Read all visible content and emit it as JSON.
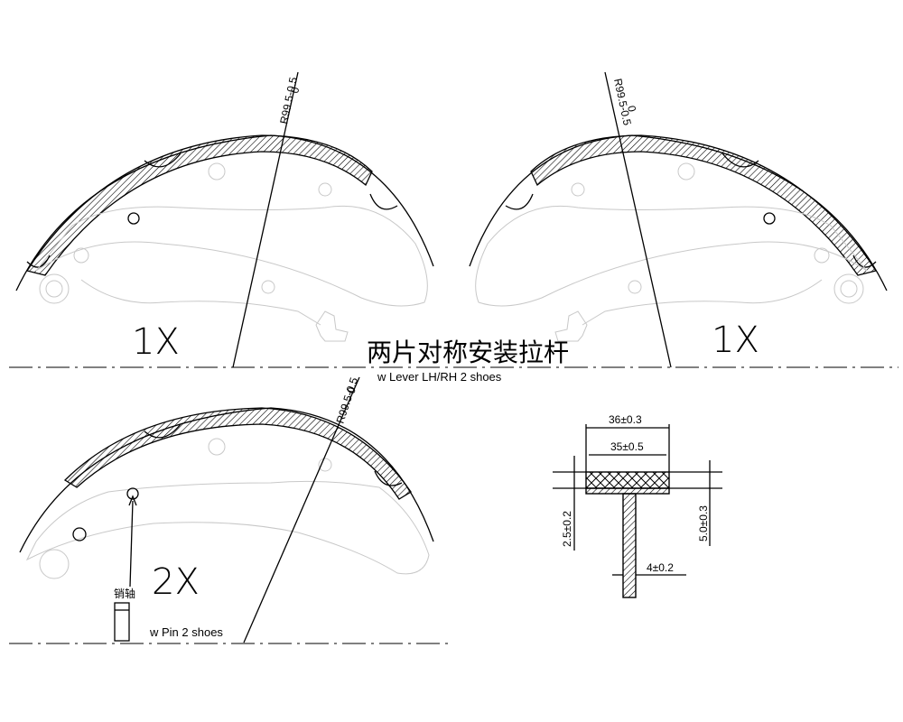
{
  "views": {
    "left_upper": {
      "radius_label": "R99.5-0.5",
      "radius_sup": "0",
      "count_label": "1X"
    },
    "right_upper": {
      "radius_label": "R99.5-0.5",
      "radius_sup": "0",
      "count_label": "1X"
    },
    "lower": {
      "radius_label": "R99.5-0.5",
      "radius_sup": "0",
      "count_label": "2X"
    }
  },
  "notes": {
    "chinese_title": "两片对称安装拉杆",
    "lever_note": "w Lever  LH/RH 2 shoes",
    "pin_note": "w Pin 2 shoes",
    "pin_label": "销轴"
  },
  "section": {
    "dim_outer_width": "36±0.3",
    "dim_inner_width": "35±0.5",
    "dim_lining_thk": "2.5±0.2",
    "dim_total_thk": "5.0±0.3",
    "dim_web_thk": "4±0.2"
  }
}
